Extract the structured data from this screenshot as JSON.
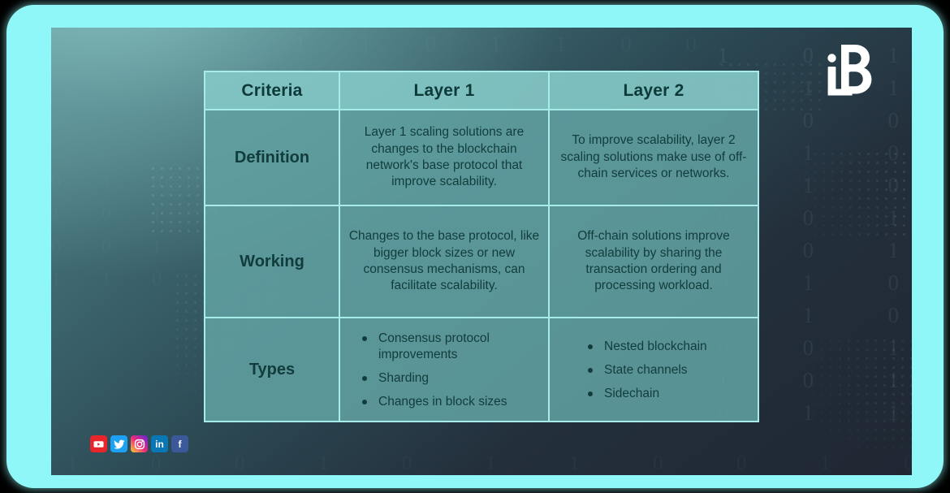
{
  "slide": {
    "background_gradient_from": "#5d8f93",
    "background_gradient_to": "#1f2733",
    "frame_color": "#8ff7f7",
    "binary_decor": {
      "right": "1  0  1\n0  1  1\n1  0  0\n0  1  0\n1  1  0\n0  0  1\n1  0  1\n0  1  0\n1  1  0\n0  0  1\n1  0  1\n0  1  1",
      "middle": "1 1 0 1 1 0 0\n0 1 0 1 0 1 1\n1 0 1 0 1 1 0",
      "bottom": "1  0  0  1  0  1  1  0  0  1  0  1  1  0  0  1  0  1  1  0",
      "left": "0 1 0\n1 0 1\n0 0 1\n1 1 0"
    }
  },
  "logo": {
    "name": "iB",
    "alt": "iB logo",
    "color": "#ffffff"
  },
  "table": {
    "headers": [
      "Criteria",
      "Layer 1",
      "Layer 2"
    ],
    "rows": [
      {
        "criteria": "Definition",
        "layer1": {
          "type": "text",
          "text": "Layer 1 scaling solutions are changes to the blockchain network's base protocol that improve scalability."
        },
        "layer2": {
          "type": "text",
          "text": "To improve scalability, layer 2 scaling solutions make use of off-chain services or networks."
        }
      },
      {
        "criteria": "Working",
        "layer1": {
          "type": "text",
          "text": "Changes to the base protocol, like bigger block sizes or new consensus mechanisms, can facilitate scalability."
        },
        "layer2": {
          "type": "text",
          "text": "Off-chain solutions improve scalability by sharing the transaction ordering and processing workload."
        }
      },
      {
        "criteria": "Types",
        "layer1": {
          "type": "list",
          "items": [
            "Consensus protocol improvements",
            "Sharding",
            "Changes in block sizes"
          ]
        },
        "layer2": {
          "type": "list",
          "items": [
            "Nested blockchain",
            "State channels",
            "Sidechain"
          ]
        }
      }
    ],
    "header_bg": "#83c7c5",
    "cell_bg": "#61a0a2",
    "border_color": "#a8ecea",
    "text_color": "#123c3c"
  },
  "social": [
    {
      "name": "youtube-icon",
      "label": "YouTube",
      "color": "#e8252a"
    },
    {
      "name": "twitter-icon",
      "label": "Twitter",
      "color": "#1da1f2"
    },
    {
      "name": "instagram-icon",
      "label": "Instagram",
      "color": "#ee2a7b"
    },
    {
      "name": "linkedin-icon",
      "label": "in",
      "color": "#0a77b5"
    },
    {
      "name": "facebook-icon",
      "label": "f",
      "color": "#3b5998"
    }
  ]
}
